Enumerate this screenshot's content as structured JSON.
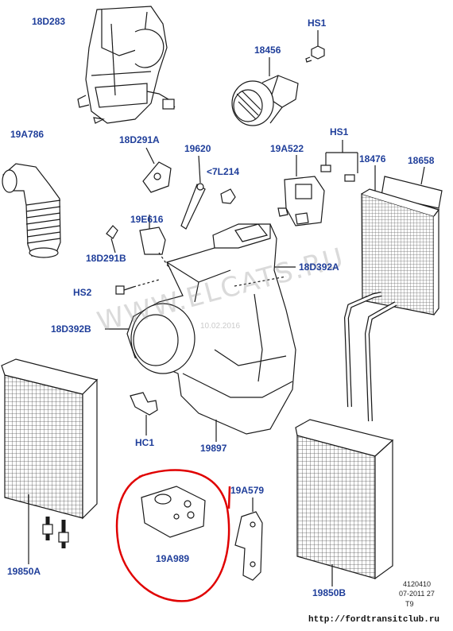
{
  "labels": {
    "18D283": "18D283",
    "HS1_top": "HS1",
    "18456": "18456",
    "19A786": "19A786",
    "18D291A": "18D291A",
    "19620": "19620",
    "19A522": "19A522",
    "HS1_right": "HS1",
    "18476": "18476",
    "18658": "18658",
    "7L214": "<7L214",
    "19E616": "19E616",
    "18D291B": "18D291B",
    "18D392A": "18D392A",
    "HS2": "HS2",
    "18D392B": "18D392B",
    "HC1": "HC1",
    "19897": "19897",
    "19A579": "19A579",
    "19A989": "19A989",
    "19850A": "19850A",
    "19850B": "19850B"
  },
  "meta": {
    "code": "4120410",
    "date": "07-2011 27",
    "page": "T9"
  },
  "watermark": {
    "text": "WWW.ELCATS.RU",
    "date": "10.02.2016"
  },
  "url": "http://fordtransitclub.ru",
  "colors": {
    "label": "#1f3e9a",
    "highlight": "#e00000",
    "line": "#1a1a1a"
  }
}
